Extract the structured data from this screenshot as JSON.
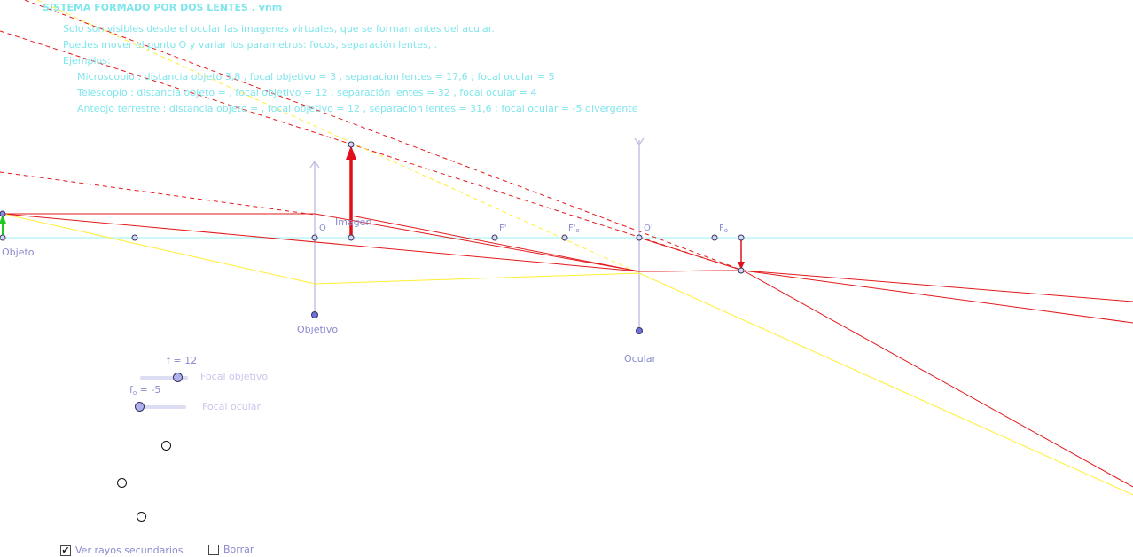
{
  "header": {
    "title": "SISTEMA FORMADO POR DOS LENTES . vnm",
    "line1": "Solo son visibles desde el ocular las imagenes virtuales, que se forman antes del acular.",
    "line2": "Puedes mover el punto O y variar los parametros: focos, separación lentes, .",
    "line3": "Ejemplos:",
    "example1": "Microscopio : distancia objeto 3,8 , focal objetivo = 3 , separacion lentes = 17,6 ; focal ocular = 5",
    "example2": "Telescopio : distancia objeto = , focal objetivo = 12 , separación lentes = 32 , focal ocular = 4",
    "example3": "Anteojo terrestre : distancia objeto = , focal objetivo = 12 , separacion lentes = 31,6 ; focal ocular = -5 divergente"
  },
  "labels": {
    "objeto": "Objeto",
    "objetivo": "Objetivo",
    "ocular": "Ocular",
    "imagen": "Imagen",
    "O": "O",
    "F": "F'",
    "Fo_prime_main": "F'",
    "Fo_prime_sub": "o",
    "O_prime": "O'",
    "Fo_main": "F",
    "Fo_sub": "o"
  },
  "sliders": {
    "focal_objetivo": {
      "readout": "f = 12",
      "caption": "Focal objetivo",
      "value": 12
    },
    "focal_ocular": {
      "readout_main": "f",
      "readout_sub": "o",
      "readout_rest": " = -5",
      "caption": "Focal ocular",
      "value": -5
    }
  },
  "checkboxes": {
    "ver_rayos": {
      "label": "Ver rayos secundarios",
      "checked": true,
      "mark": "✔"
    },
    "borrar": {
      "label": "Borrar",
      "checked": false,
      "mark": ""
    }
  },
  "colors": {
    "axis": "#aef3f6",
    "ray": "#e3191b",
    "dashed_ray": "#e3191b",
    "yellow_ray": "#ffee33",
    "lens": "#c4c4e2",
    "point_fill": "#8c8ce8",
    "object_arrow": "#1ec81e",
    "image_arrow": "#e0101a"
  }
}
